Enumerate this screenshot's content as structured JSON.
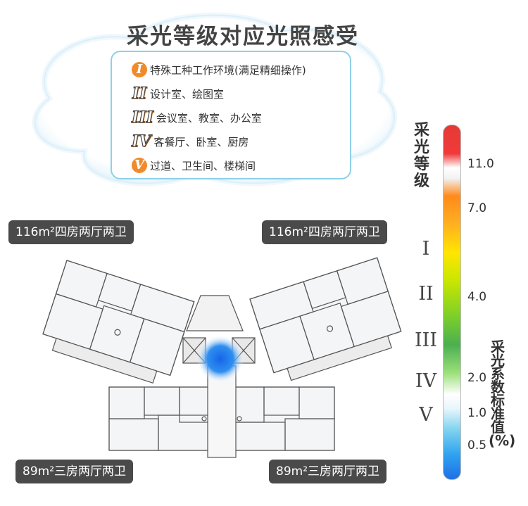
{
  "title": "采光等级对应光照感受",
  "legend": [
    {
      "level": "I",
      "text": "特殊工种工作环境(满足精细操作)"
    },
    {
      "level": "II",
      "text": "设计室、绘图室"
    },
    {
      "level": "III",
      "text": "会议室、教室、办公室"
    },
    {
      "level": "IV",
      "text": "客餐厅、卧室、厨房"
    },
    {
      "level": "V",
      "text": "过道、卫生间、楼梯间"
    }
  ],
  "scale": {
    "level_axis_label": "采光等级",
    "value_axis_label": "采光系数标准值(%)",
    "ticks": [
      "11.0",
      "7.0",
      "4.0",
      "2.0",
      "1.0",
      "0.5"
    ],
    "levels": [
      "I",
      "II",
      "III",
      "IV",
      "V"
    ],
    "colors": [
      "#e53935",
      "#ff8a1c",
      "#ffe600",
      "#4caf50",
      "#7fd3ef",
      "#1e6fe8"
    ]
  },
  "units": {
    "top_left": "116m²四房两厅两卫",
    "top_right": "116m²四房两厅两卫",
    "bottom_left": "89m²三房两厅两卫",
    "bottom_right": "89m²三房两厅两卫"
  }
}
